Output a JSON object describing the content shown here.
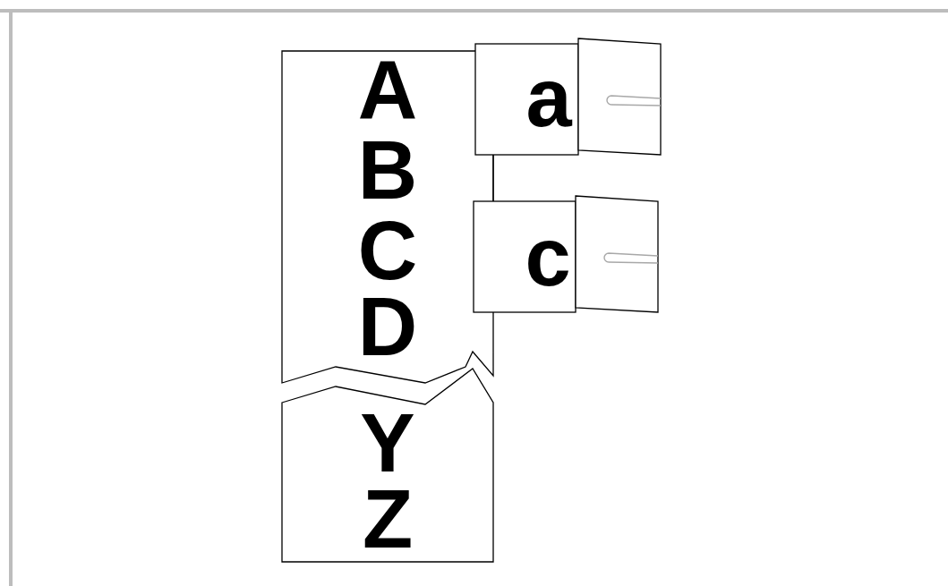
{
  "diagram": {
    "nodes": [
      {
        "text": [
          "A",
          "B",
          "C",
          "D"
        ]
      },
      {
        "text": [
          "Y",
          "Z"
        ]
      },
      {
        "text": [
          "a"
        ]
      },
      {
        "text": [
          "c"
        ]
      }
    ],
    "edges": [
      {
        "from": 2,
        "to": 3,
        "arrow": "none"
      }
    ]
  }
}
